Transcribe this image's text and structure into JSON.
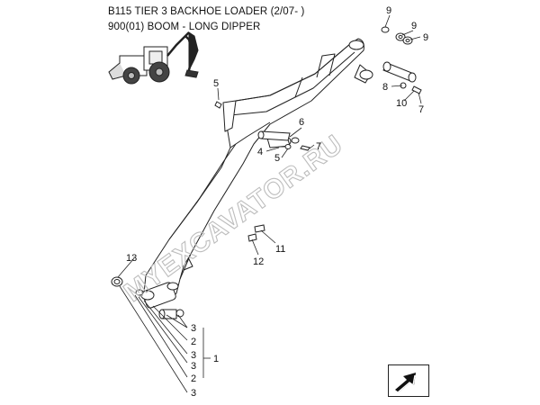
{
  "header": {
    "line1": "B115 TIER 3 BACKHOE LOADER (2/07- )",
    "line2": "900(01) BOOM - LONG DIPPER"
  },
  "watermark": "MYEXCAVATOR.RU",
  "callouts": {
    "c9a": "9",
    "c9b": "9",
    "c9c": "9",
    "c8": "8",
    "c10": "10",
    "c7a": "7",
    "c5a": "5",
    "c6": "6",
    "c4": "4",
    "c5b": "5",
    "c7b": "7",
    "c11": "11",
    "c12": "12",
    "c13": "13",
    "c3a": "3",
    "c2a": "2",
    "c3b": "3",
    "c1": "1",
    "c3c": "3",
    "c2b": "2",
    "c3d": "3"
  },
  "icons": {
    "nav": "arrow-next-icon"
  }
}
